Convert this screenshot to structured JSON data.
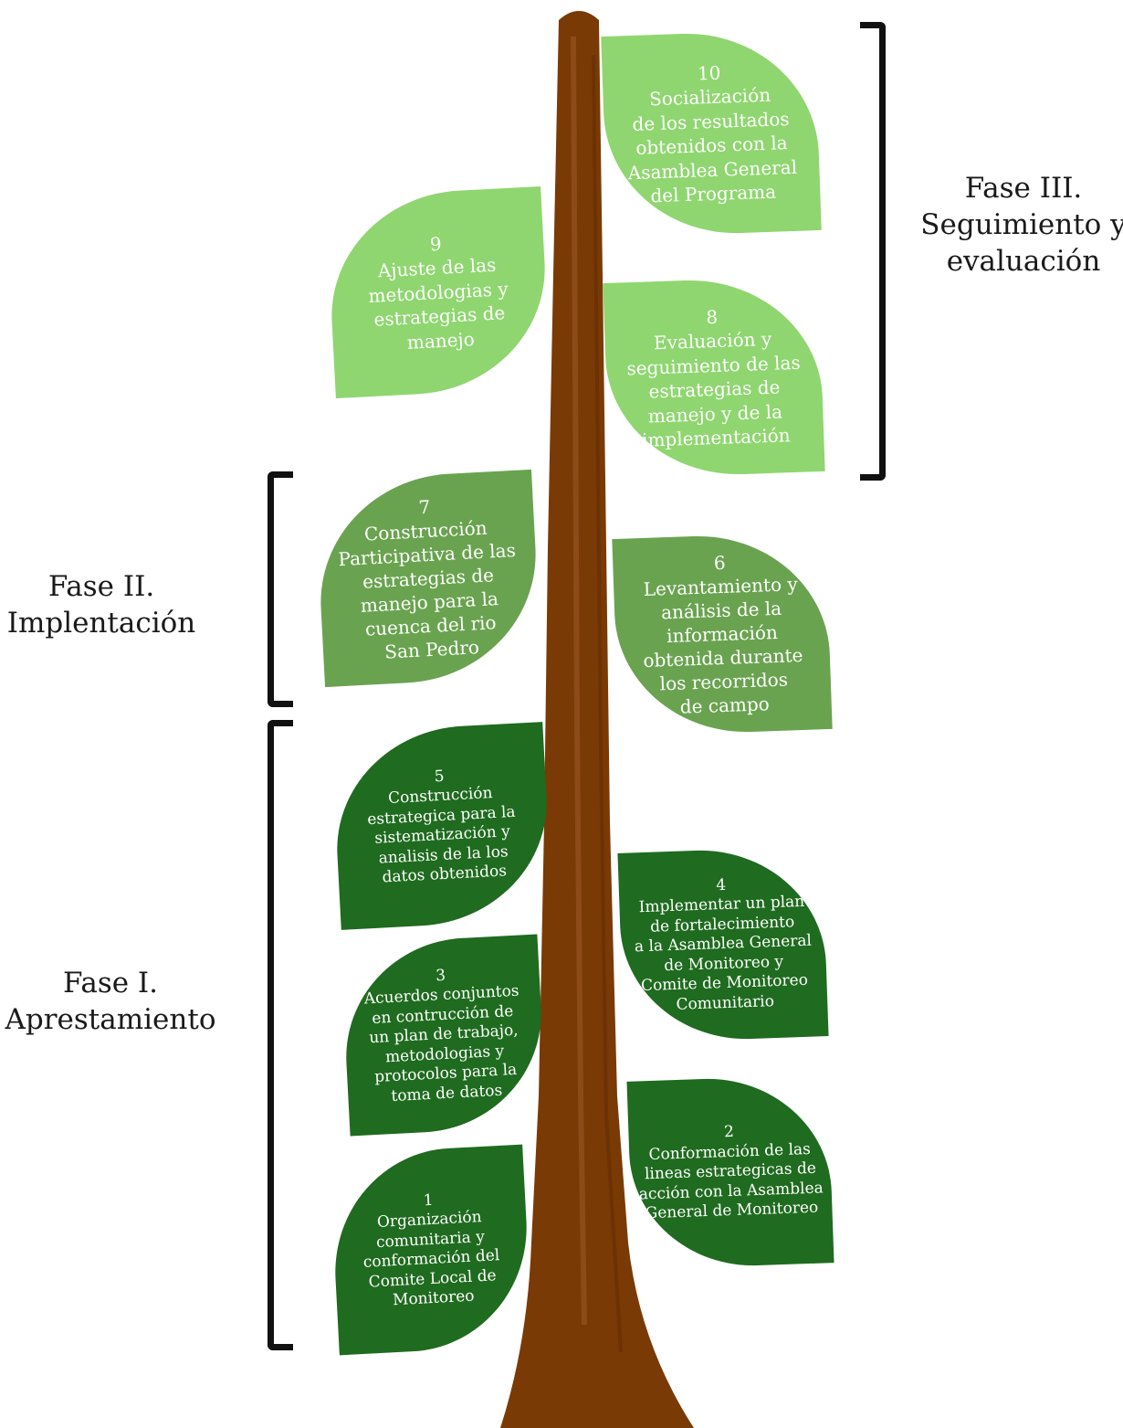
{
  "colors": {
    "trunk": "#7a3a05",
    "trunk_highlight": "#9a5a2a",
    "phase1_leaf": "#1f6b1f",
    "phase2_leaf": "#6aa350",
    "phase3_leaf": "#8fd670",
    "bracket": "#111111",
    "label": "#1a1a1a"
  },
  "phases": {
    "phase1": "Fase I.\nAprestamiento",
    "phase2": "Fase II.\nImplentación",
    "phase3": "Fase III.\nSeguimiento y\nevaluación"
  },
  "steps": [
    {
      "n": "1",
      "text": "Organización\ncomunitaria y\nconformación del\nComite Local de\nMonitoreo"
    },
    {
      "n": "2",
      "text": "Conformación de las\nlineas estrategicas de\nacción con la Asamblea\nGeneral de Monitoreo"
    },
    {
      "n": "3",
      "text": "Acuerdos conjuntos\nen contrucción de\nun plan de trabajo,\nmetodologias y\nprotocolos para la\ntoma de datos"
    },
    {
      "n": "4",
      "text": "Implementar un plan\nde fortalecimiento\na la Asamblea General\nde Monitoreo y\nComite de Monitoreo\nComunitario"
    },
    {
      "n": "5",
      "text": "Construcción\nestrategica para la\nsistematización y\nanalisis de la los\ndatos obtenidos"
    },
    {
      "n": "6",
      "text": "Levantamiento y\nanálisis de la\ninformación\nobtenida durante\nlos recorridos\nde campo"
    },
    {
      "n": "7",
      "text": "Construcción\nParticipativa de las\nestrategias de\nmanejo para la\ncuenca del rio\nSan Pedro"
    },
    {
      "n": "8",
      "text": "Evaluación y\nseguimiento de las\nestrategias de\nmanejo y de la\nimplementación"
    },
    {
      "n": "9",
      "text": "Ajuste de las\nmetodologias y\nestrategias de\nmanejo"
    },
    {
      "n": "10",
      "text": "Socialización\nde los resultados\nobtenidos con la\nAsamblea General\ndel Programa"
    }
  ]
}
